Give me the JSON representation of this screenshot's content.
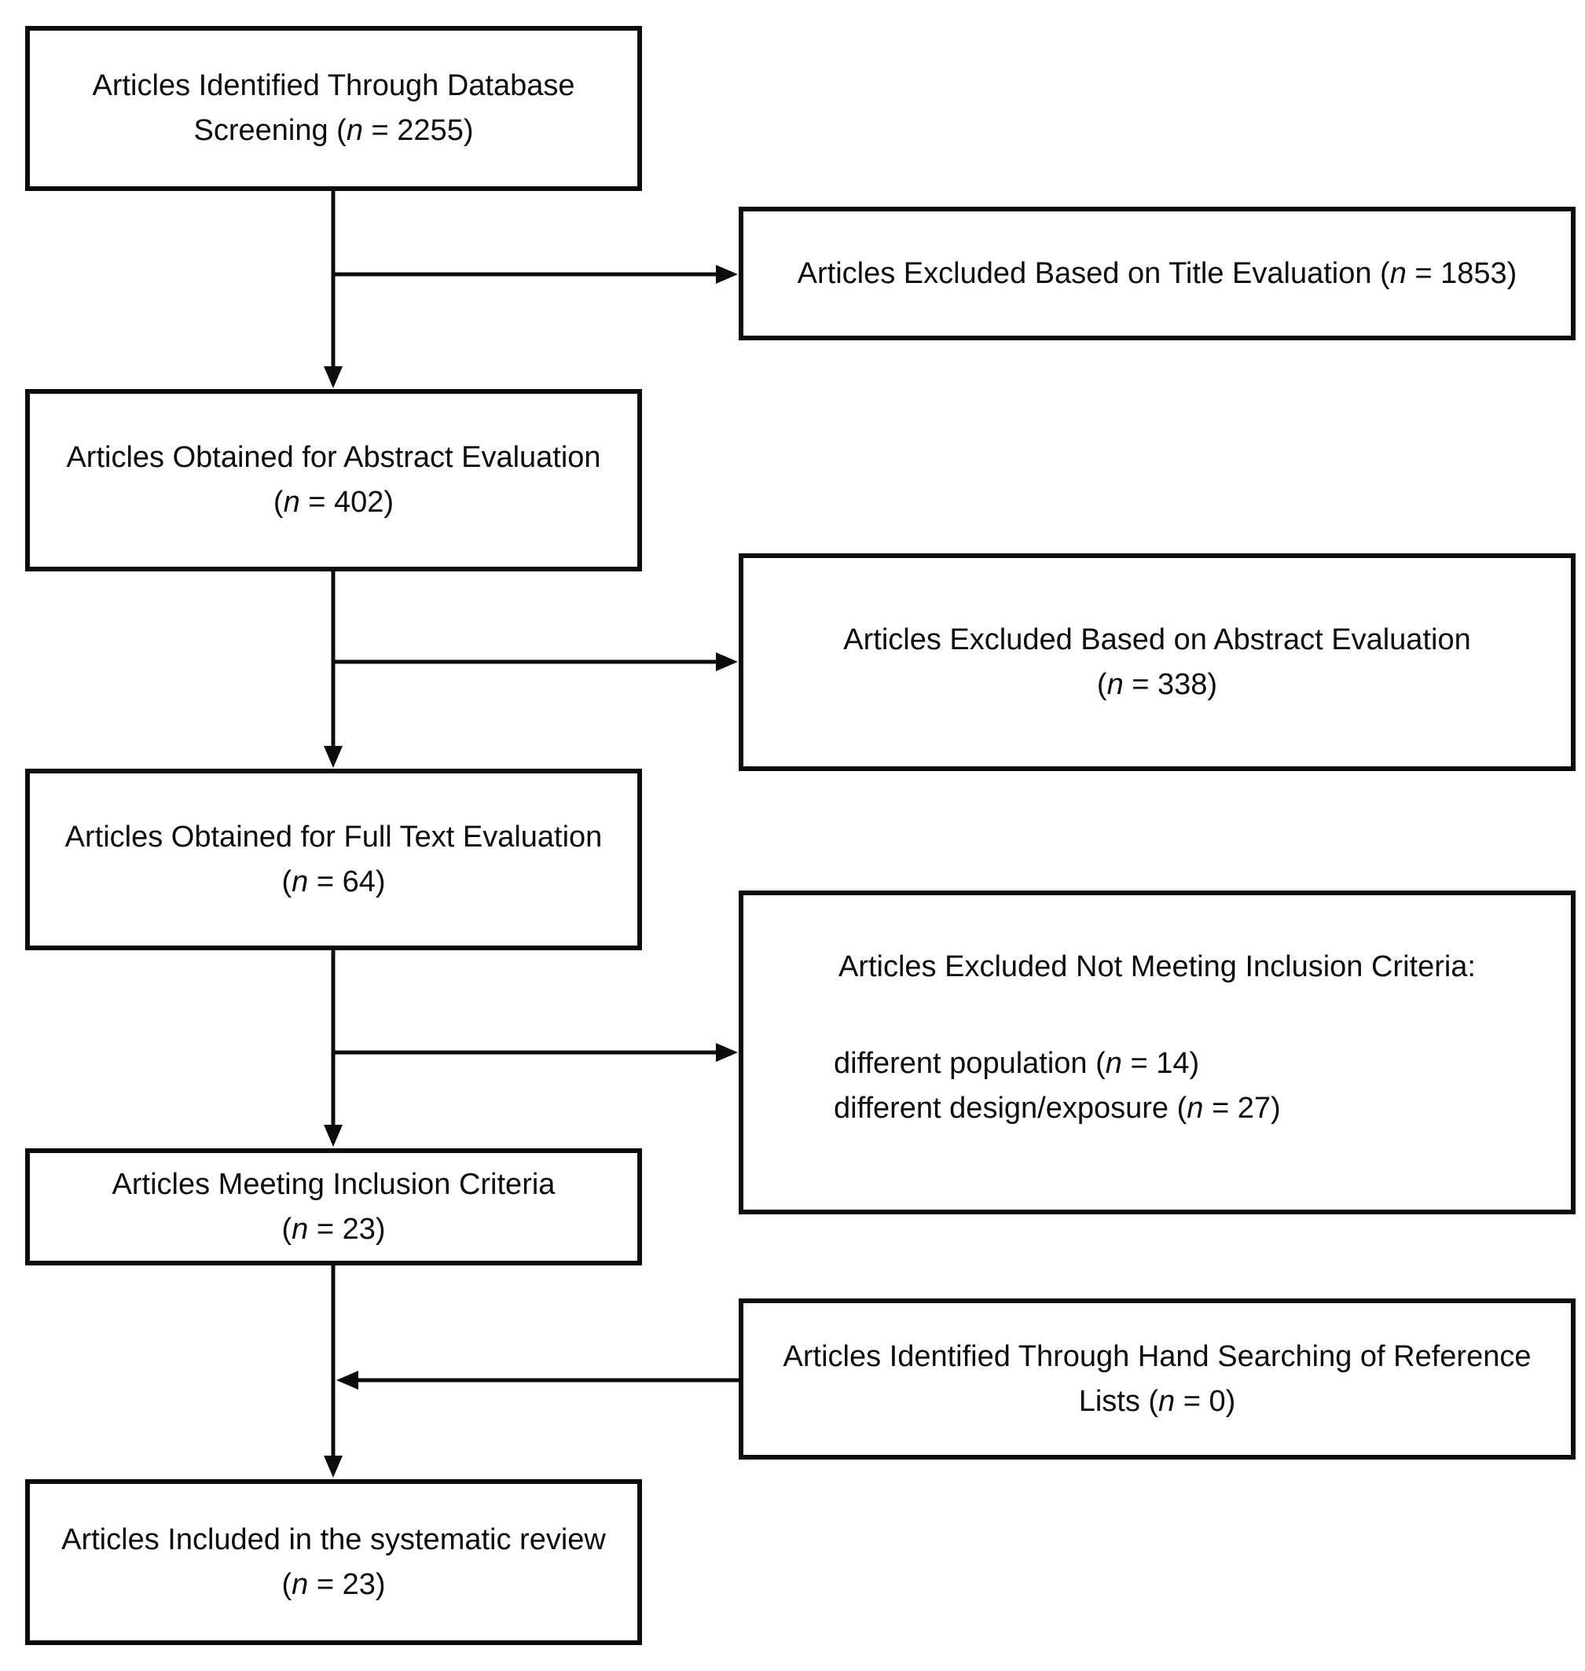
{
  "figure": {
    "background_color": "#ffffff",
    "line_color": "#0c0c0c",
    "text_color": "#0c0c0c"
  },
  "boxes": {
    "identified": {
      "lines": [
        {
          "pre": "Articles Identified Through Database",
          "var": "",
          "post": ""
        },
        {
          "pre": "Screening (",
          "var": "n",
          "post": " = 2255)"
        }
      ]
    },
    "excluded_title": {
      "lines": [
        {
          "pre": "Articles Excluded Based on Title Evaluation (",
          "var": "n",
          "post": " = 1853)"
        }
      ]
    },
    "abstract": {
      "lines": [
        {
          "pre": "Articles Obtained for Abstract Evaluation",
          "var": "",
          "post": ""
        },
        {
          "pre": "(",
          "var": "n",
          "post": " = 402)"
        }
      ]
    },
    "excluded_abstract": {
      "lines": [
        {
          "pre": "Articles Excluded Based on Abstract Evaluation",
          "var": "",
          "post": ""
        },
        {
          "pre": "(",
          "var": "n",
          "post": " = 338)"
        }
      ]
    },
    "fulltext": {
      "lines": [
        {
          "pre": "Articles Obtained for Full Text Evaluation",
          "var": "",
          "post": ""
        },
        {
          "pre": "(",
          "var": "n",
          "post": " = 64)"
        }
      ]
    },
    "excluded_criteria": {
      "heading": {
        "pre": "Articles Excluded Not Meeting Inclusion Criteria:",
        "var": "",
        "post": ""
      },
      "items": [
        {
          "pre": "different population (",
          "var": "n",
          "post": " = 14)"
        },
        {
          "pre": "different design/exposure (",
          "var": "n",
          "post": " = 27)"
        }
      ]
    },
    "meeting": {
      "lines": [
        {
          "pre": "Articles Meeting Inclusion Criteria",
          "var": "",
          "post": ""
        },
        {
          "pre": "(",
          "var": "n",
          "post": " = 23)"
        }
      ]
    },
    "hand_search": {
      "lines": [
        {
          "pre": "Articles Identified Through Hand Searching of Reference",
          "var": "",
          "post": ""
        },
        {
          "pre": "Lists (",
          "var": "n",
          "post": " = 0)"
        }
      ]
    },
    "included": {
      "lines": [
        {
          "pre": "Articles Included in the systematic review",
          "var": "",
          "post": ""
        },
        {
          "pre": "(",
          "var": "n",
          "post": " = 23)"
        }
      ]
    }
  }
}
